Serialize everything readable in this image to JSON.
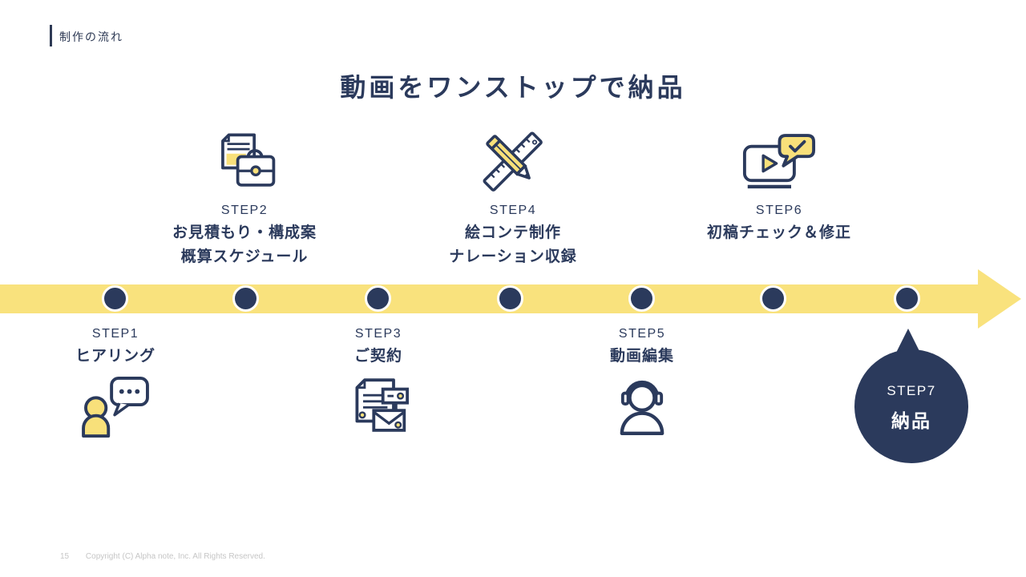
{
  "slide": {
    "header_label": "制作の流れ",
    "title": "動画をワンストップで納品"
  },
  "colors": {
    "navy": "#2b3a5c",
    "timeline_yellow": "#f9e27d",
    "icon_yellow": "#f8e07a",
    "footer_gray": "#c6c6c6",
    "background": "#ffffff"
  },
  "timeline": {
    "dot_count": 7,
    "direction": "left-to-right"
  },
  "steps": [
    {
      "label": "STEP1",
      "line1": "ヒアリング",
      "line2": "",
      "icon": "person-speech-bubble-icon"
    },
    {
      "label": "STEP2",
      "line1": "お見積もり・構成案",
      "line2": "概算スケジュール",
      "icon": "document-briefcase-icon"
    },
    {
      "label": "STEP3",
      "line1": "ご契約",
      "line2": "",
      "icon": "contract-envelope-icon"
    },
    {
      "label": "STEP4",
      "line1": "絵コンテ制作",
      "line2": "ナレーション収録",
      "icon": "pencil-ruler-icon"
    },
    {
      "label": "STEP5",
      "line1": "動画編集",
      "line2": "",
      "icon": "headphones-person-icon"
    },
    {
      "label": "STEP6",
      "line1": "初稿チェック＆修正",
      "line2": "",
      "icon": "video-check-bubble-icon"
    },
    {
      "label": "STEP7",
      "line1": "納品",
      "line2": "",
      "icon": ""
    }
  ],
  "footer": {
    "page_number": "15",
    "copyright": "Copyright (C) Alpha note, Inc. All Rights Reserved."
  }
}
